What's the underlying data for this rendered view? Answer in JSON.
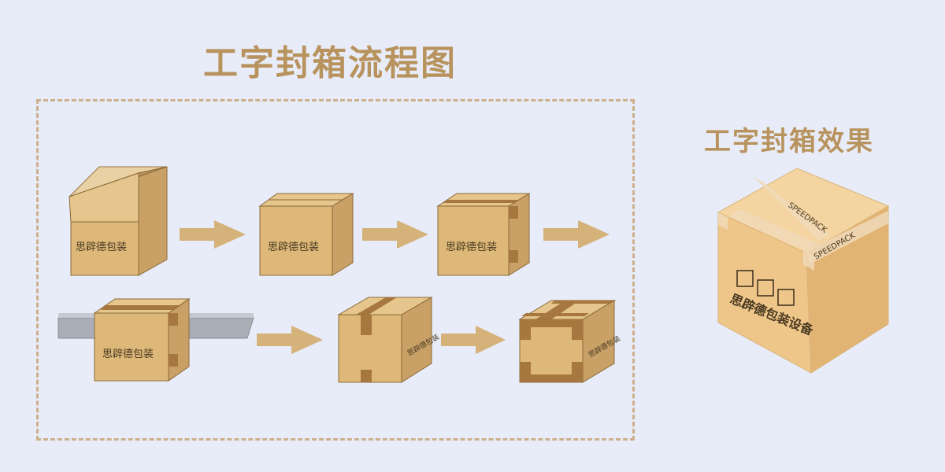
{
  "title": "工字封箱流程图",
  "effect_title": "工字封箱效果",
  "box_label": "思辟德包装",
  "final_box_label": "思辟德包装设备",
  "tape_text": "SPEEDPACK",
  "colors": {
    "background": "#e8ecf8",
    "title": "#b8935e",
    "frame": "#cdb08a",
    "box_front": "#ddb878",
    "box_side": "#c9a066",
    "box_top": "#e6c68c",
    "tape": "#a6773e",
    "arrow": "#d4b27a",
    "conveyor": "#a9adb5"
  }
}
